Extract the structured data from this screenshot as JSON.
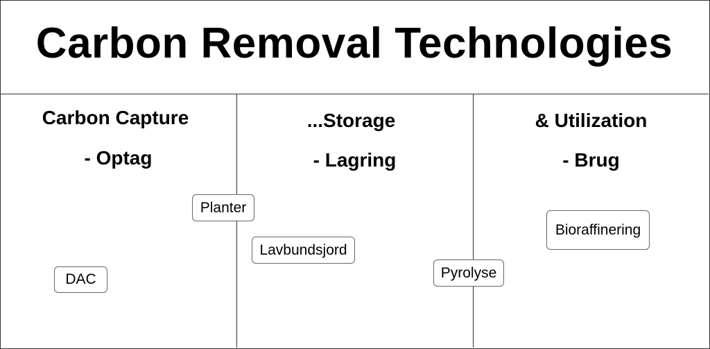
{
  "title": "Carbon Removal Technologies",
  "columns": [
    {
      "heading": "Carbon Capture",
      "subheading": "- Optag"
    },
    {
      "heading": "...Storage",
      "subheading": "- Lagring"
    },
    {
      "heading": "& Utilization",
      "subheading": "- Brug"
    }
  ],
  "items": {
    "planter": "Planter",
    "lavbundsjord": "Lavbundsjord",
    "dac": "DAC",
    "pyrolyse": "Pyrolyse",
    "bioraffinering": "Bioraffinering"
  }
}
